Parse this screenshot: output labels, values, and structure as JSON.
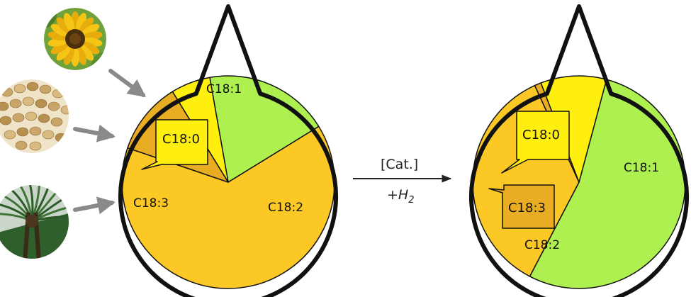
{
  "colors": {
    "c18_0": "#ffef0f",
    "c18_1": "#aef04f",
    "c18_2": "#fcc826",
    "c18_3": "#e8ad22",
    "outline": "#111111",
    "arrow_gray": "#8a8a8a"
  },
  "icons": {
    "source_1": "sunflower-image",
    "source_2": "soybeans-image",
    "source_3": "oil-palm-image"
  },
  "reaction": {
    "catalyst": "[Cat.]",
    "reagent": "+H",
    "reagent_subscript": "2"
  },
  "labels": {
    "c18_0": "C18:0",
    "c18_1": "C18:1",
    "c18_2": "C18:2",
    "c18_3": "C18:3"
  },
  "chart_data": [
    {
      "type": "pie",
      "slices": [
        {
          "label": "C18:1",
          "value": 19
        },
        {
          "label": "C18:2",
          "value": 64
        },
        {
          "label": "C18:3",
          "value": 11
        },
        {
          "label": "C18:0",
          "value": 6
        }
      ]
    },
    {
      "type": "pie",
      "slices": [
        {
          "label": "C18:1",
          "value": 53.5
        },
        {
          "label": "C18:2",
          "value": 35.5
        },
        {
          "label": "C18:3",
          "value": 1
        },
        {
          "label": "C18:0",
          "value": 10
        }
      ]
    }
  ]
}
